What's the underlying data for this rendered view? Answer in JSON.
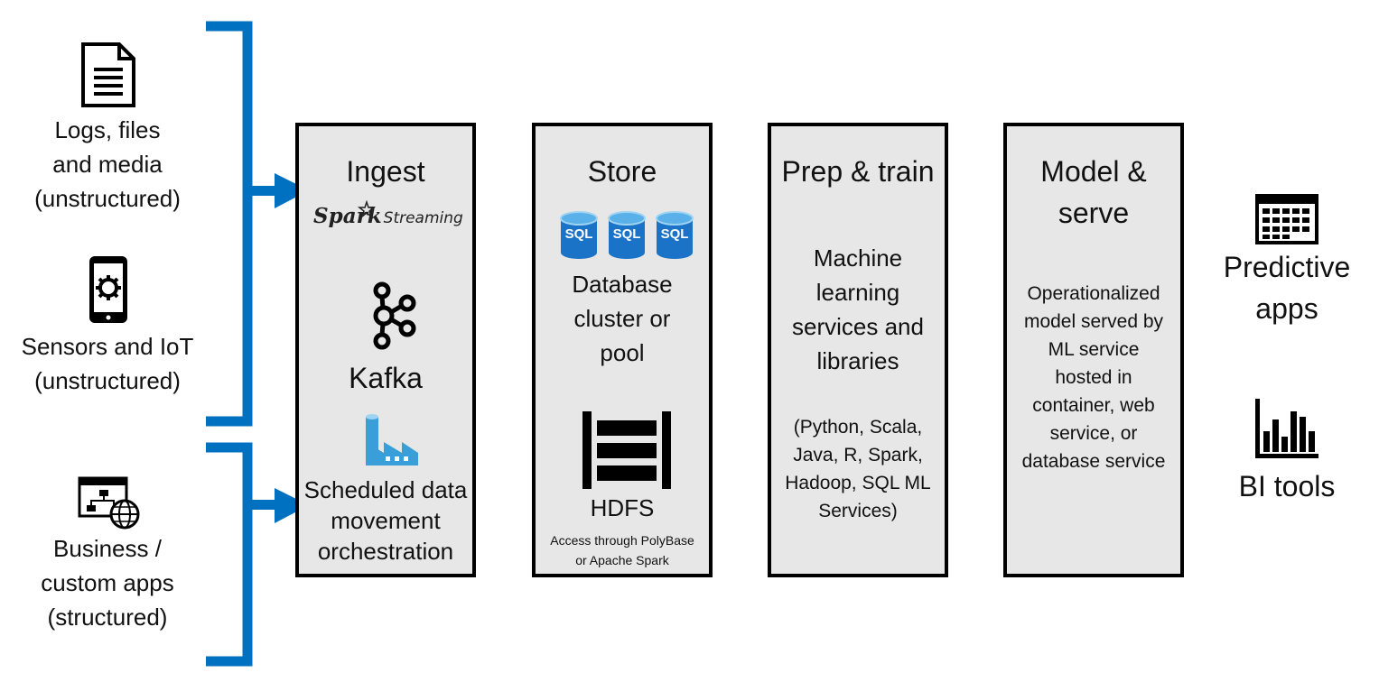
{
  "colors": {
    "bracket": "#0070c0",
    "stage_fill": "#e7e7e7",
    "sql_blue": "#1a73c7",
    "azure_blue": "#3a9fd8"
  },
  "sources": [
    {
      "icon": "document-icon",
      "lines": [
        "Logs, files",
        "and media",
        "(unstructured)"
      ]
    },
    {
      "icon": "phone-gear-icon",
      "lines": [
        "Sensors and IoT",
        "(unstructured)"
      ]
    },
    {
      "icon": "org-chart-globe-icon",
      "lines": [
        "Business /",
        "custom apps",
        "(structured)"
      ]
    }
  ],
  "stages": {
    "ingest": {
      "title": "Ingest",
      "spark_logo": "Spark",
      "spark_logo_suffix": "Streaming",
      "kafka_label": "Kafka",
      "scheduled_lines": [
        "Scheduled data",
        "movement",
        "orchestration"
      ]
    },
    "store": {
      "title": "Store",
      "sql_badge": "SQL",
      "db_lines": [
        "Database",
        "cluster or",
        "pool"
      ],
      "hdfs_label": "HDFS",
      "hdfs_note_lines": [
        "Access through PolyBase",
        "or Apache Spark"
      ]
    },
    "prep": {
      "title": "Prep & train",
      "main_lines": [
        "Machine",
        "learning",
        "services and",
        "libraries"
      ],
      "sub_lines": [
        "(Python, Scala,",
        "Java, R, Spark,",
        "Hadoop, SQL ML",
        "Services)"
      ]
    },
    "model": {
      "title_lines": [
        "Model &",
        "serve"
      ],
      "body_lines": [
        "Operationalized",
        "model served by",
        "ML service",
        "hosted in",
        "container, web",
        "service, or",
        "database service"
      ]
    }
  },
  "outputs": {
    "predictive": {
      "icon": "calendar-grid-icon",
      "lines": [
        "Predictive",
        "apps"
      ]
    },
    "bi": {
      "icon": "bar-chart-icon",
      "label": "BI tools"
    }
  }
}
